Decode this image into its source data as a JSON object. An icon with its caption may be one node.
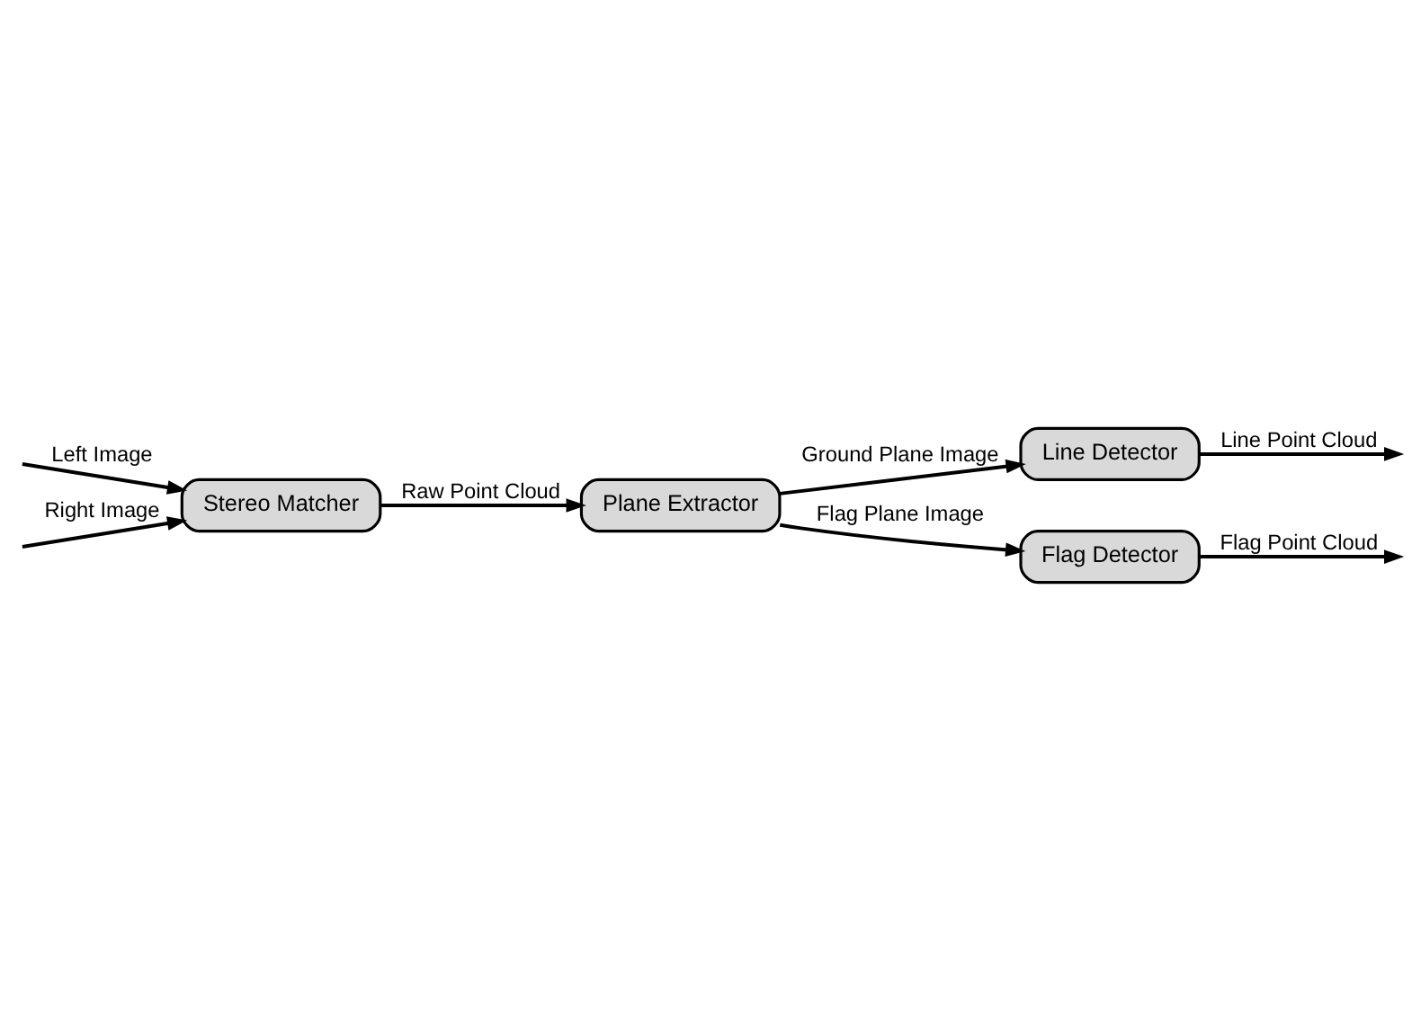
{
  "diagram": {
    "nodes": [
      {
        "text": [
          "Stereo Matcher"
        ]
      },
      {
        "text": [
          "Plane Extractor"
        ]
      },
      {
        "text": [
          "Line Detector"
        ]
      },
      {
        "text": [
          "Flag Detector"
        ]
      }
    ],
    "edges": [
      {
        "from": null,
        "to": 0,
        "arrow": "to",
        "label": "Left Image"
      },
      {
        "from": null,
        "to": 0,
        "arrow": "to",
        "label": "Right Image"
      },
      {
        "from": 0,
        "to": 1,
        "arrow": "to",
        "label": "Raw Point Cloud"
      },
      {
        "from": 1,
        "to": 2,
        "arrow": "to",
        "label": "Ground Plane Image"
      },
      {
        "from": 1,
        "to": 3,
        "arrow": "to",
        "label": "Flag Plane Image"
      },
      {
        "from": 2,
        "to": null,
        "arrow": "to",
        "label": "Line Point Cloud"
      },
      {
        "from": 3,
        "to": null,
        "arrow": "to",
        "label": "Flag Point Cloud"
      }
    ]
  }
}
